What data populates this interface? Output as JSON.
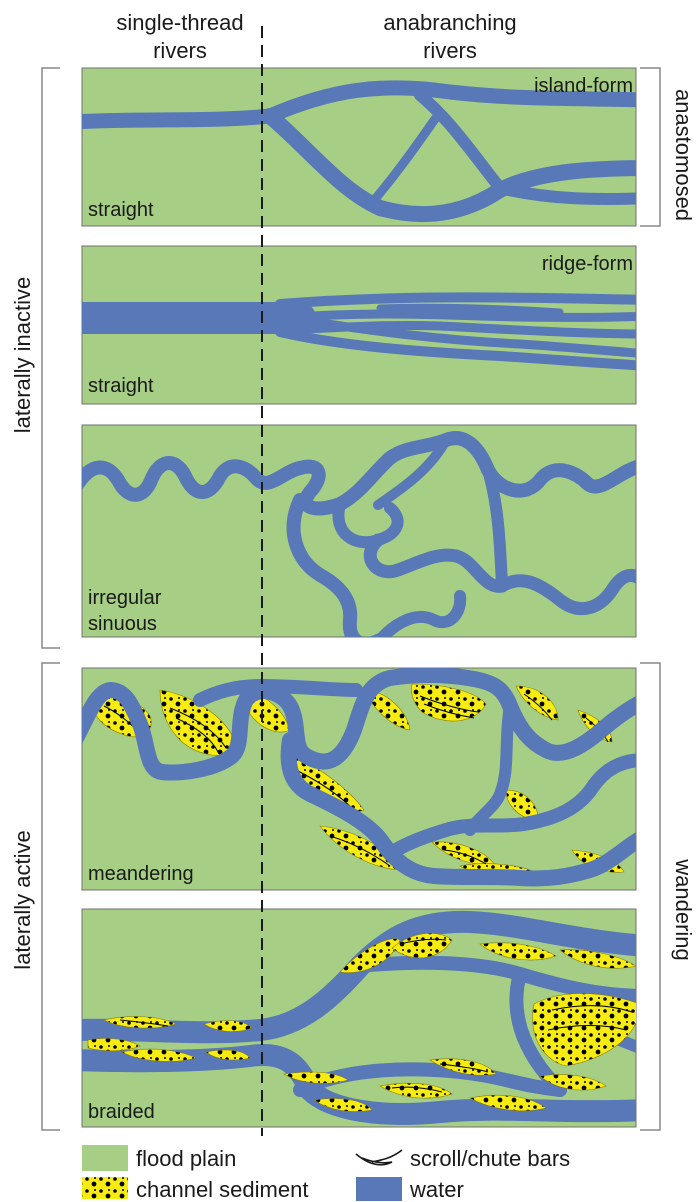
{
  "header": {
    "single_thread": [
      "single-thread",
      "rivers"
    ],
    "anabranching": [
      "anabranching",
      "rivers"
    ]
  },
  "side_labels": {
    "laterally_inactive": "laterally inactive",
    "laterally_active": "laterally active",
    "anastomosed": "anastomosed",
    "wandering": "wandering"
  },
  "panels": [
    {
      "id": "straight-island",
      "label": [
        "straight"
      ],
      "corner": "island-form"
    },
    {
      "id": "straight-ridge",
      "label": [
        "straight"
      ],
      "corner": "ridge-form"
    },
    {
      "id": "irregular-sinuous",
      "label": [
        "irregular",
        "sinuous"
      ],
      "corner": ""
    },
    {
      "id": "meandering",
      "label": [
        "meandering"
      ],
      "corner": ""
    },
    {
      "id": "braided",
      "label": [
        "braided"
      ],
      "corner": ""
    }
  ],
  "legend": {
    "flood_plain": "flood plain",
    "channel_sediment": "channel sediment",
    "scroll_bars": "scroll/chute bars",
    "water": "water"
  },
  "colors": {
    "flood_plain": "#a6cf85",
    "water": "#5878b8",
    "sediment": "#f7ec12",
    "outline": "#707070"
  }
}
